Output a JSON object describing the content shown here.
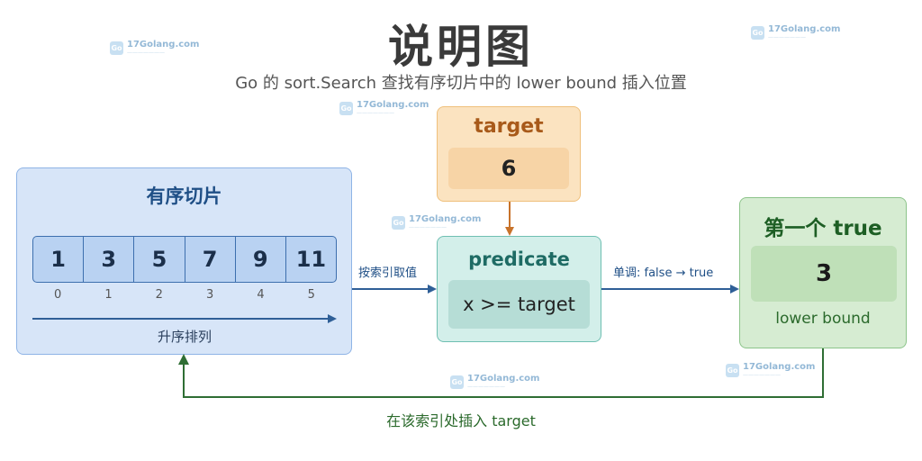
{
  "title": "说明图",
  "subtitle": "Go 的 sort.Search 查找有序切片中的 lower bound 插入位置",
  "watermark": {
    "text": "17Golang.com"
  },
  "slice": {
    "title": "有序切片",
    "values": [
      "1",
      "3",
      "5",
      "7",
      "9",
      "11"
    ],
    "indices": [
      "0",
      "1",
      "2",
      "3",
      "4",
      "5"
    ],
    "order_label": "升序排列"
  },
  "target": {
    "title": "target",
    "value": "6"
  },
  "predicate": {
    "title": "predicate",
    "expr": "x >= target"
  },
  "result": {
    "title": "第一个 true",
    "value": "3",
    "label": "lower bound"
  },
  "edges": {
    "index_lookup": "按索引取值",
    "monotone": "单调: false → true",
    "insert": "在该索引处插入 target"
  },
  "colors": {
    "blue": "#2f5f97",
    "orange": "#c8732b",
    "green": "#2f6e34"
  }
}
